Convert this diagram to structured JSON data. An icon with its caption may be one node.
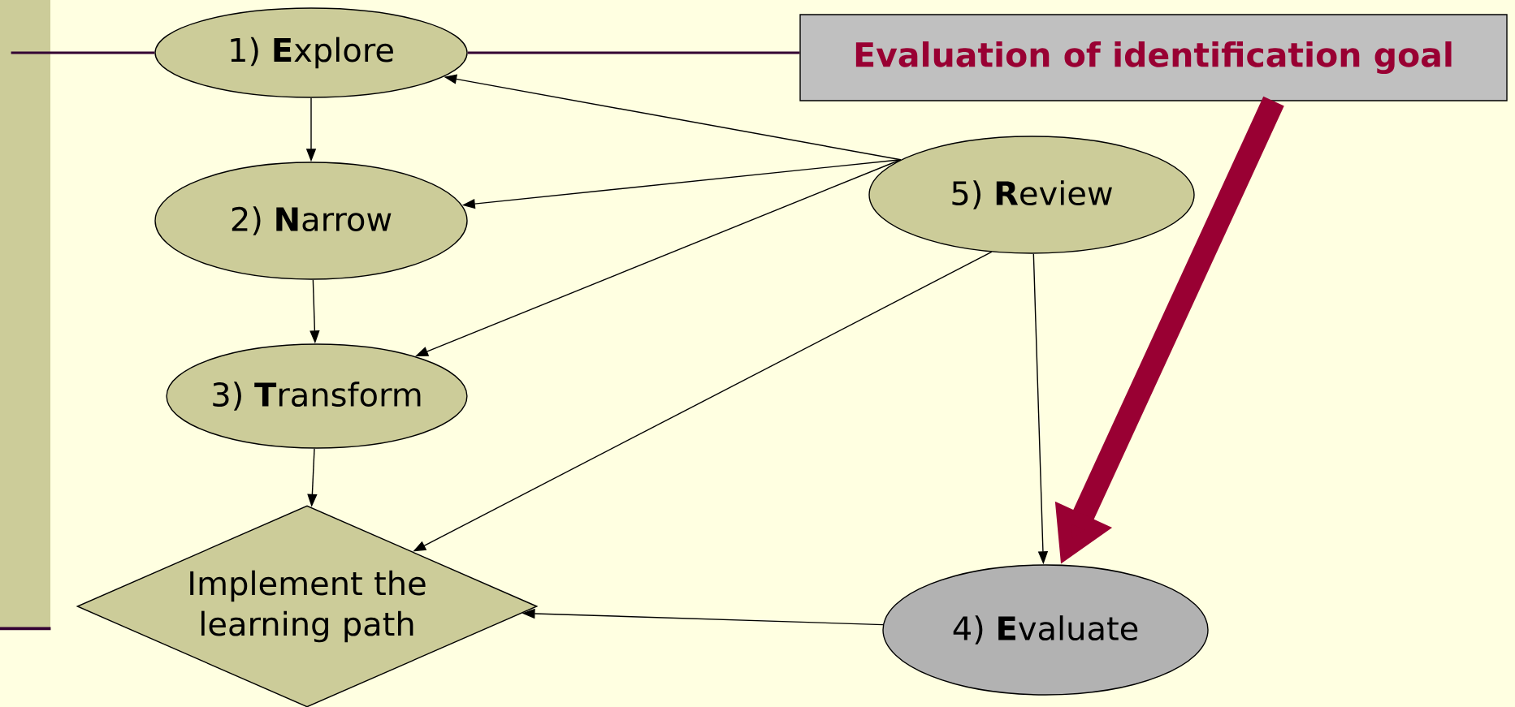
{
  "diagram": {
    "nodes": [
      {
        "text": [
          "1) **E**xplore"
        ]
      },
      {
        "text": [
          "Evaluation of identification goal"
        ]
      },
      {
        "text": [
          "5) **R**eview"
        ]
      },
      {
        "text": [
          "2) **N**arrow"
        ]
      },
      {
        "text": [
          "3) **T**ransform"
        ]
      },
      {
        "text": [
          "Implement the learning path"
        ]
      },
      {
        "text": [
          "4) **E**valuate"
        ]
      },
      {
        "text": [],
        "shape": "bar"
      }
    ],
    "edges": [
      {
        "from": 0,
        "to": 1,
        "arrow": "none",
        "color": "#330033"
      },
      {
        "from": 0,
        "to": 3,
        "arrow": "to"
      },
      {
        "from": 3,
        "to": 4,
        "arrow": "to"
      },
      {
        "from": 4,
        "to": 5,
        "arrow": "to"
      },
      {
        "from": 2,
        "to": 0,
        "arrow": "to"
      },
      {
        "from": 2,
        "to": 3,
        "arrow": "to"
      },
      {
        "from": 2,
        "to": 4,
        "arrow": "to"
      },
      {
        "from": 2,
        "to": 5,
        "arrow": "to"
      },
      {
        "from": 2,
        "to": 6,
        "arrow": "to"
      },
      {
        "from": 6,
        "to": 5,
        "arrow": "to"
      },
      {
        "from": 1,
        "to": 6,
        "arrow": "to",
        "style": "thick",
        "color": "#990033"
      },
      {
        "from": 7,
        "to": 0,
        "arrow": "none",
        "color": "#330033"
      }
    ]
  }
}
